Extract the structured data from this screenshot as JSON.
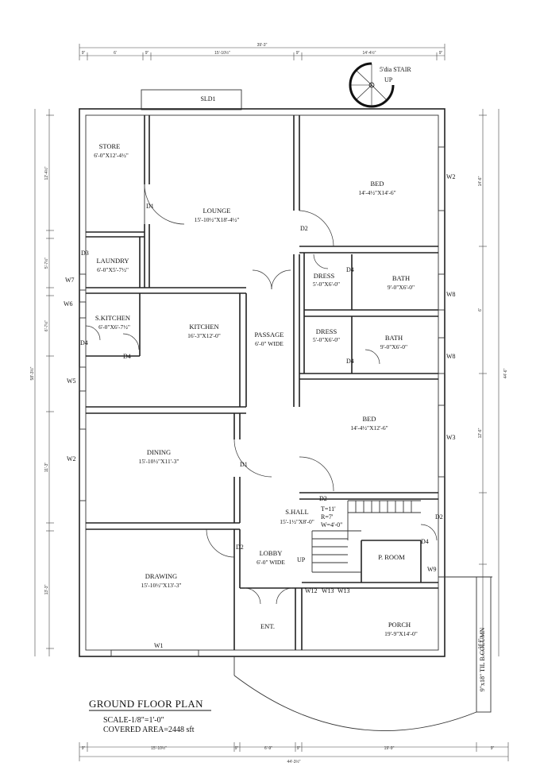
{
  "title": "GROUND FLOOR PLAN",
  "scale": "SCALE-1/8\"=1'-0\"",
  "covered_area": "COVERED AREA=2448 sft",
  "stair_note": "5'dia STAIR",
  "stair_up": "UP",
  "column_note": "9\"x18\" TIL B.COLUMN",
  "rooms": {
    "store": {
      "name": "STORE",
      "size": "6'-0\"X12'-4½\""
    },
    "lounge": {
      "name": "LOUNGE",
      "size": "15'-10½\"X18'-4½\""
    },
    "bed1": {
      "name": "BED",
      "size": "14'-4½\"X14'-6\""
    },
    "laundry": {
      "name": "LAUNDRY",
      "size": "6'-0\"X5'-7½\""
    },
    "dress1": {
      "name": "DRESS",
      "size": "5'-0\"X6'-0\""
    },
    "bath1": {
      "name": "BATH",
      "size": "9'-0\"X6'-0\""
    },
    "skitchen": {
      "name": "S.KITCHEN",
      "size": "6'-0\"X6'-7½\""
    },
    "kitchen": {
      "name": "KITCHEN",
      "size": "16'-3\"X12'-0\""
    },
    "passage": {
      "name": "PASSAGE",
      "size": "6'-0\" WIDE"
    },
    "dress2": {
      "name": "DRESS",
      "size": "5'-0\"X6'-0\""
    },
    "bath2": {
      "name": "BATH",
      "size": "9'-0\"X6'-0\""
    },
    "bed2": {
      "name": "BED",
      "size": "14'-4½\"X12'-6\""
    },
    "dining": {
      "name": "DINING",
      "size": "15'-10½\"X11'-3\""
    },
    "shall": {
      "name": "S.HALL",
      "size": "15'-1½\"X8'-0\""
    },
    "stair_spec": [
      "T=11'",
      "R=7'",
      "W=4'-0\""
    ],
    "proom": {
      "name": "P. ROOM",
      "size": ""
    },
    "lobby": {
      "name": "LOBBY",
      "size": "6'-0\" WIDE"
    },
    "drawing": {
      "name": "DRAWING",
      "size": "15'-10½\"X13'-3\""
    },
    "ent": {
      "name": "ENT.",
      "size": ""
    },
    "porch": {
      "name": "PORCH",
      "size": "19'-9\"X14'-0\""
    }
  },
  "tags": {
    "sld1": "SLD1",
    "d1a": "D1",
    "d1b": "D1",
    "d2a": "D2",
    "d2b": "D2",
    "d2c": "D2",
    "d2d": "D2",
    "d3": "D3",
    "d4a": "D4",
    "d4b": "D4",
    "d4c": "D4",
    "d4d": "D4",
    "d4e": "D4",
    "w1": "W1",
    "w2a": "W2",
    "w2b": "W2",
    "w3": "W3",
    "w5": "W5",
    "w6": "W6",
    "w7": "W7",
    "w8a": "W8",
    "w8b": "W8",
    "w9": "W9",
    "w12": "W12",
    "w13a": "W13",
    "w13b": "W13",
    "up": "UP"
  },
  "dims": {
    "top_total": "39'-3\"",
    "top_a": "9\"",
    "top_b": "6'",
    "top_c": "9\"",
    "top_d": "15'-10½\"",
    "top_e": "9\"",
    "top_f": "14'-4½\"",
    "top_g": "9\"",
    "bottom_total": "44'-3½\"",
    "bot_a": "9\"",
    "bot_b": "15'-10½\"",
    "bot_c": "9\"",
    "bot_d": "6'-9\"",
    "bot_e": "9\"",
    "bot_f": "19'-9\"",
    "bot_g": "9\"",
    "left_total": "58'-3½\"",
    "left_a": "12'-4½\"",
    "left_b": "5'-7½\"",
    "left_c": "6'-7½\"",
    "left_d": "11'-3\"",
    "left_e": "13'-3\"",
    "right_total": "44'-6\"",
    "right_a": "14'-6\"",
    "right_b": "6'",
    "right_c": "12'-6\"",
    "right_d": "14'-0\""
  }
}
